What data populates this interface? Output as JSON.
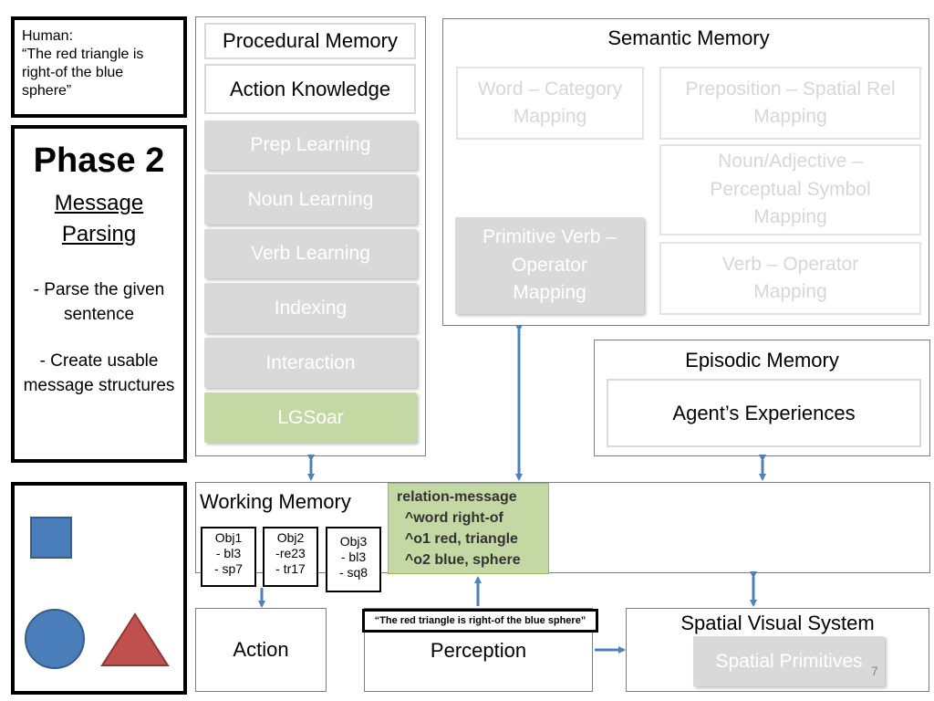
{
  "human_box": {
    "text": "Human:\n“The red triangle is right-of the blue sphere”"
  },
  "phase": {
    "title": "Phase 2",
    "subtitle_line1": "Message",
    "subtitle_line2": "Parsing",
    "bullet1": "- Parse the given sentence",
    "bullet2": "- Create usable message structures"
  },
  "procedural_memory": {
    "title": "Procedural Memory",
    "action_knowledge": "Action Knowledge",
    "modules": [
      "Prep Learning",
      "Noun Learning",
      "Verb Learning",
      "Indexing",
      "Interaction",
      "LGSoar"
    ]
  },
  "semantic_memory": {
    "title": "Semantic Memory",
    "word_category": "Word – Category\nMapping",
    "preposition_spatial": "Preposition – Spatial Rel\nMapping",
    "noun_adjective": "Noun/Adjective –\nPerceptual Symbol\nMapping",
    "primitive_verb": "Primitive Verb –\nOperator\nMapping",
    "verb_operator": "Verb – Operator\nMapping"
  },
  "episodic_memory": {
    "title": "Episodic Memory",
    "experiences": "Agent’s Experiences"
  },
  "working_memory": {
    "title": "Working Memory",
    "message": "relation-message\n  ^word right-of\n  ^o1 red, triangle\n  ^o2 blue, sphere",
    "objects": [
      "Obj1\n- bl3\n- sp7",
      "Obj2\n-re23\n- tr17",
      "Obj3\n- bl3\n- sq8"
    ]
  },
  "action": {
    "title": "Action"
  },
  "perception": {
    "title": "Perception",
    "sentence": "“The red triangle is right-of the blue sphere”"
  },
  "spatial_visual": {
    "title": "Spatial Visual System",
    "primitives": "Spatial Primitives"
  },
  "page_number": "7",
  "colors": {
    "square": "#4a7ebb",
    "circle": "#4a7ebb",
    "triangle": "#c0504d",
    "arrow": "#4f81bd",
    "module_gray": "#d9d9d9",
    "module_green": "#c4d8a3",
    "message_green": "#c4d8a3"
  }
}
